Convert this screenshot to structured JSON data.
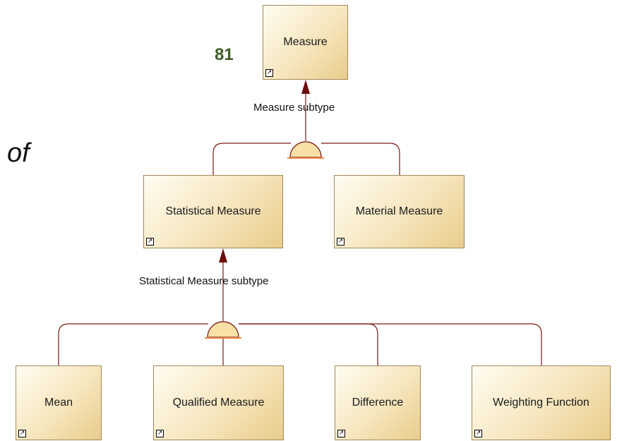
{
  "page_number": "81",
  "side_text": "of",
  "entities": {
    "measure": "Measure",
    "statistical_measure": "Statistical Measure",
    "material_measure": "Material Measure",
    "mean": "Mean",
    "qualified_measure": "Qualified Measure",
    "difference": "Difference",
    "weighting_function": "Weighting Function"
  },
  "relations": {
    "measure_subtype": "Measure subtype",
    "statistical_measure_subtype": "Statistical Measure subtype"
  },
  "icons": {
    "shortcut": "shortcut-arrow-icon",
    "subtype_symbol": "subtype-half-circle-icon"
  },
  "colors": {
    "connector": "#7a1a14",
    "arrowhead": "#6e0c0c",
    "entity_fill_light": "#fffcf2",
    "entity_fill_dark": "#e8cc8c",
    "page_number": "#3e5e2b"
  }
}
